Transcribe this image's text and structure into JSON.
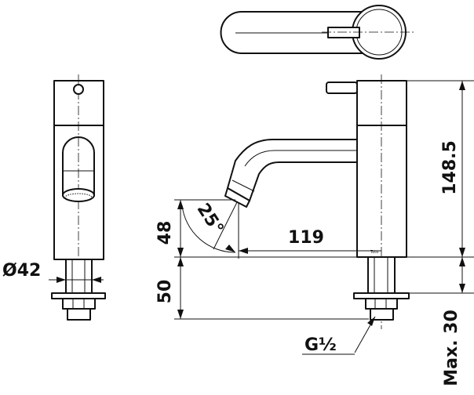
{
  "dimensions": {
    "diameter": "Ø42",
    "height_spout": "48",
    "angle": "25°",
    "reach": "119",
    "total_height": "148.5",
    "thread_length": "50",
    "max_thickness": "Max. 30",
    "thread": "G½"
  },
  "brand_mark": "Toto",
  "colors": {
    "line": "#111111",
    "background": "#ffffff"
  }
}
